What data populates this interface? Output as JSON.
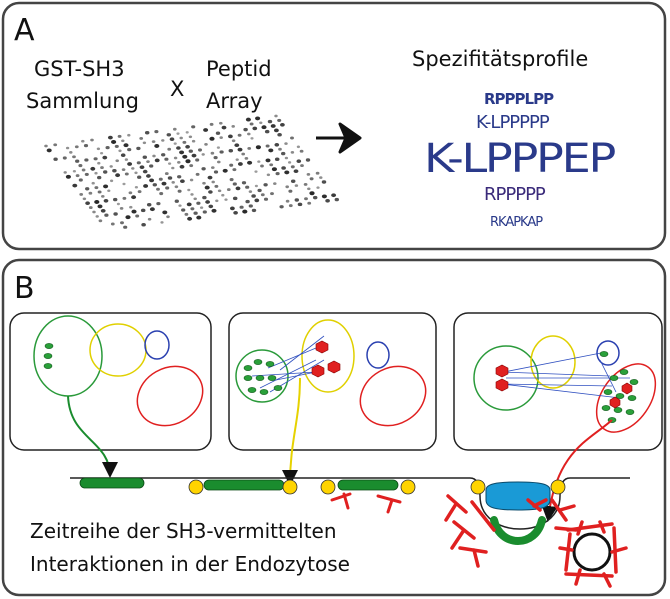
{
  "panel_a": {
    "letter": "A",
    "left_title_1": "GST-SH3",
    "left_title_2": "Sammlung",
    "cross": "X",
    "right_title_1": "Peptid",
    "right_title_2": "Array",
    "profile_title": "Spezifitätsprofile",
    "logos": [
      "RPPPLPP",
      "K-LPPPPP",
      "K-LPPPEP",
      "RPPPPP",
      "RKAPKAP"
    ]
  },
  "panel_b": {
    "letter": "B",
    "caption_1": "Zeitreihe der SH3-vermittelten",
    "caption_2": "Interaktionen in der Endozytose"
  },
  "colors": {
    "green": "#1a8c2e",
    "yellow": "#e6d200",
    "red": "#e02020",
    "blue": "#2540b0",
    "membrane_blue": "#1a9ad6"
  }
}
